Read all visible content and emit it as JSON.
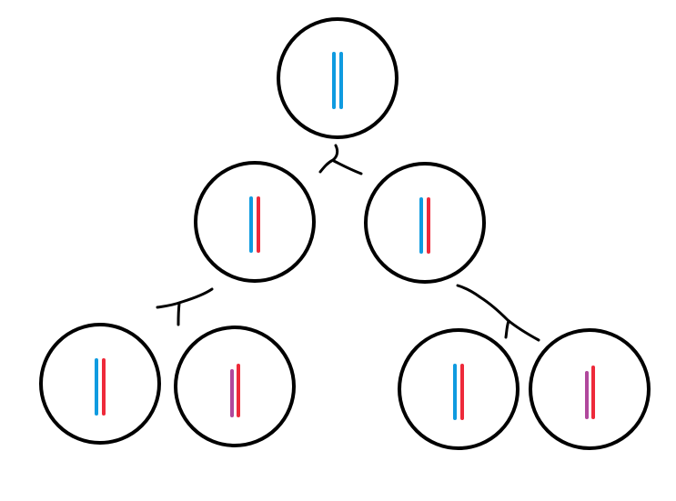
{
  "diagram": {
    "type": "cell-division-tree",
    "colors": {
      "background": "#ffffff",
      "outline": "#000000",
      "blue": "#0f9be0",
      "red": "#ee2a3a",
      "purple": "#b0489c"
    },
    "cells": [
      {
        "id": "cell-root",
        "generation": 1,
        "chromosomes": [
          "blue",
          "blue"
        ]
      },
      {
        "id": "cell-gen2-left",
        "generation": 2,
        "chromosomes": [
          "blue",
          "red"
        ]
      },
      {
        "id": "cell-gen2-right",
        "generation": 2,
        "chromosomes": [
          "blue",
          "red"
        ]
      },
      {
        "id": "cell-gen3-a",
        "generation": 3,
        "chromosomes": [
          "blue",
          "red"
        ]
      },
      {
        "id": "cell-gen3-b",
        "generation": 3,
        "chromosomes": [
          "purple",
          "red"
        ]
      },
      {
        "id": "cell-gen3-c",
        "generation": 3,
        "chromosomes": [
          "blue",
          "red"
        ]
      },
      {
        "id": "cell-gen3-d",
        "generation": 3,
        "chromosomes": [
          "purple",
          "red"
        ]
      }
    ],
    "divisions": [
      {
        "parent": "cell-root",
        "children": [
          "cell-gen2-left",
          "cell-gen2-right"
        ]
      },
      {
        "parent": "cell-gen2-left",
        "children": [
          "cell-gen3-a",
          "cell-gen3-b"
        ]
      },
      {
        "parent": "cell-gen2-right",
        "children": [
          "cell-gen3-c",
          "cell-gen3-d"
        ]
      }
    ]
  }
}
